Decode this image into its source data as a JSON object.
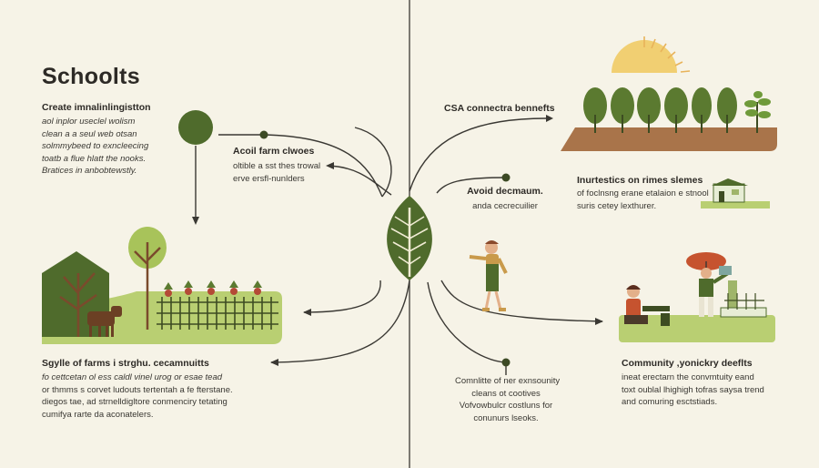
{
  "title": "Schoolts",
  "blocks": {
    "top_left": {
      "heading": "Create imnalinlingistton",
      "lines": [
        "aol inplor useclel wolism",
        "clean a a seul web otsan",
        "solmmybeed to exncleecing",
        "toatb a flue hlatt the nooks.",
        "Bratices in anbobtewstly."
      ]
    },
    "center_left": {
      "heading": "Acoil farm clwoes",
      "lines": [
        "oltible a sst thes trowal",
        "erve ersfl-nunlders"
      ]
    },
    "top_right": {
      "heading": "CSA connectra bennefts"
    },
    "center_right": {
      "heading": "Avoid decmaum.",
      "lines": [
        "anda cecrecuilier"
      ]
    },
    "right_mid": {
      "heading": "Inurtestics on rimes slemes",
      "lines": [
        "of foclnsng erane etalaion e stnool",
        "suris cetey lexthurer."
      ]
    },
    "bottom_left": {
      "heading": "Sgylle of farms i strghu. cecamnuitts",
      "lines": [
        "fo cettcetan ol ess caldl vinel urog or esae tead",
        "or thmms s corvet ludouts tertentah a fe fterstane.",
        "diegos tae, ad strnelldigltore conmenciry tetating",
        "cumifya rarte da aconatelers."
      ]
    },
    "bottom_center": {
      "lines": [
        "Comnlitte of ner exnsounity",
        "cleans ot cootives",
        "Vofvowbulcr costluns for",
        "conunurs lseoks."
      ]
    },
    "bottom_right": {
      "heading": "Community ,yonickry deeflts",
      "lines": [
        "ineat erectarn the convmtuity eand",
        "toxt oublal lhighigh tofras saysa trend",
        "and comuring esctstiads."
      ]
    }
  },
  "icons": [
    "leaf-icon",
    "sun-icon",
    "tree-row",
    "barn-farm-scene",
    "farmer-figure",
    "students-scene",
    "greenhouse-icon",
    "round-tree-icon"
  ],
  "colors": {
    "background": "#f6f3e7",
    "leaf": "#4f6b2c",
    "tree_dark": "#54702e",
    "tree_light": "#8aa64c",
    "grass": "#b9cf72",
    "soil": "#a9744a",
    "sun": "#f1cf72",
    "line": "#3a3833"
  }
}
